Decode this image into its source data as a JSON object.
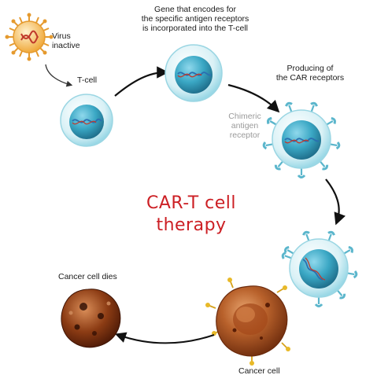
{
  "title": {
    "line1": "CAR-T cell",
    "line2": "therapy"
  },
  "labels": {
    "virus": [
      "Virus",
      "inactive"
    ],
    "tcell": "T-cell",
    "gene": [
      "Gene that encodes for",
      "the specific antigen receptors",
      "is incorporated into the T-cell"
    ],
    "producing": [
      "Producing of",
      "the CAR receptors"
    ],
    "chimeric": [
      "Chimeric",
      "antigen",
      "receptor"
    ],
    "cancer_dies": "Cancer cell dies",
    "cancer_cell": "Cancer cell"
  },
  "colors": {
    "title": "#cc1f24",
    "cell_fill": "#e6f6f9",
    "cell_ring": "#8fd3e2",
    "nucleus": "#2f9bb8",
    "receptor": "#5bb6cc",
    "virus": "#f2b24e",
    "dna_blue": "#2a6fb0",
    "dna_red": "#c0392b",
    "cancer": "#8a3b14",
    "arrow": "#111111"
  },
  "icons": [
    "virus-icon",
    "t-cell-icon",
    "car-t-cell-icon",
    "cancer-cell-icon",
    "dead-cancer-cell-icon",
    "arrow-icon"
  ]
}
